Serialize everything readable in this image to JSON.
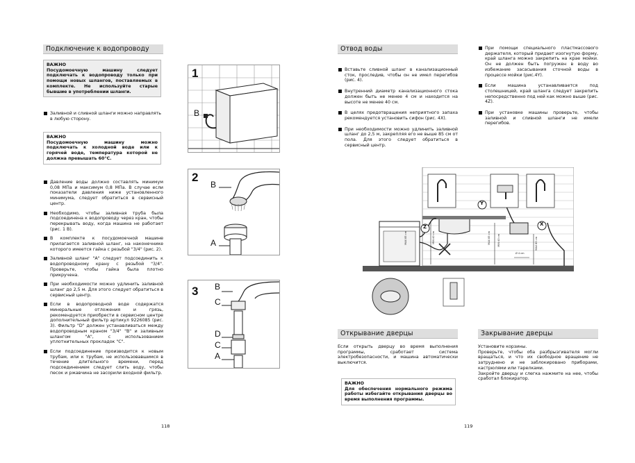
{
  "left": {
    "header": "Подключение к водопроводу",
    "warning1": {
      "title": "ВАЖНО",
      "text": "Посудомоечную машину следует подключать к водопроводу только при помощи новых шлангов, поставляемых в комплекте. Не используйте старые бывшие в употреблении шланги."
    },
    "bullet1": "Заливной и сливной шланги можно направлять в любую сторону.",
    "warning2": {
      "title": "ВАЖНО",
      "text": "Посудомоечную машину можно подключать к холодной воде или к горячей воде, температура которой не должна превышать 60°С."
    },
    "bullets": [
      "Давление воды должно составлять минимум 0,08 МПа и максимум 0,8 МПа. В случае если показатели давления ниже установленного минимума, следует обратиться в сервисный центр.",
      "Необходимо, чтобы заливная труба была подсоединена к водопроводу через кран, чтобы перекрывать воду, когда машина не работает (рис. 1 В).",
      "В комплекте к посудомоечной машине прилагается заливной шланг, на наконечнике которого имеется гайка с резьбой \"3/4\" (рис. 2).",
      "Заливной шланг \"А\" следует подсоединить к водопроводному крану с резьбой \"3/4\". Проверьте, чтобы гайка была плотно прикручена.",
      "При необходимости можно удлинить заливной шланг до 2,5 м. Для этого следует обратиться в сервисный центр.",
      "Если в водопроводной воде содержатся минеральные отложения и грязь, рекомендуется приобрести в сервисном центре дополнительный фильтр артикул 9226085 (рис. 3). Фильтр \"D\" должен устанавливаться между водопроводным краном \"3/4\" \"В\" и заливным шлангом \"А\", с использованием уплотнительных прокладок \"С\".",
      "Если подсоединение производится к новым трубам, или к трубам, не использовавшимся в течение длительного времени, перед подсоединением следует слить воду, чтобы песок и ржавчина не засорили входной фильтр."
    ],
    "page_number": "118",
    "figures": {
      "fig1": {
        "num": "1",
        "label_b": "B"
      },
      "fig2": {
        "num": "2",
        "label_b": "B",
        "label_a": "A"
      },
      "fig3": {
        "num": "3",
        "labels": [
          "B",
          "C",
          "D",
          "C",
          "A"
        ]
      }
    }
  },
  "right": {
    "drain_header": "Отвод воды",
    "drain_bullets": [
      "Вставьте сливной шланг в канализационный сток, проследив, чтобы он не имел перегибов (рис. 4).",
      "Внутренний диаметр канализационного стока должен быть не менее 4 см и находится на высоте не менее 40 см.",
      "В целях предотвращения неприятного запаха рекомендуется установить сифон (рис. 4Х).",
      "При необходимости можно удлинить заливной шланг до 2,5 м, закрепляя его не выше 85 см от пола. Для этого следует обратиться в сервисный центр."
    ],
    "drain_bullets_col2": [
      "При помощи специального пластмассового держателя, который придает изогнутую форму, край шланга можно закрепить на крае мойки. Он не должен быть погружен в воду во избежание засасывания сточной воды в процессе мойки (рис.4Y).",
      "Если машина устанавливается под столешницей, край шланга следует закрепить непосредственно под ней как можно выше (рис. 4Z).",
      "При установке машины проверьте, чтобы заливной и сливной шланги не имели перегибов."
    ],
    "figure4": {
      "labels": [
        "Y",
        "Z",
        "X"
      ],
      "dimensions": [
        "MAX 85 cm",
        "MIN 40 cm",
        "MAX 85 cm",
        "MIN 40 cm",
        "MAX 85 cm",
        "Ø 4 cm"
      ]
    },
    "door_open": {
      "header": "Открывание дверцы",
      "text": "Если открыть дверцу во время выполнения программы, сработает система электробезопасности, и машина автоматически выключится.",
      "warning": {
        "title": "ВАЖНО",
        "text": "Для обеспечения нормального режима работы избегайте открывания дверцы во время выполнения программы."
      }
    },
    "door_close": {
      "header": "Закрывание дверцы",
      "text1": "Установите корзины.",
      "text2": "Проверьте, чтобы оба разбрызгивателя могли вращаться, и что их свободное вращение не затруднено и не заблокировано приборами, кастрюлями или тарелками.",
      "text3": "Закройте дверцу и слегка нажмите на нее, чтобы сработал блокиратор."
    },
    "page_number": "119"
  }
}
